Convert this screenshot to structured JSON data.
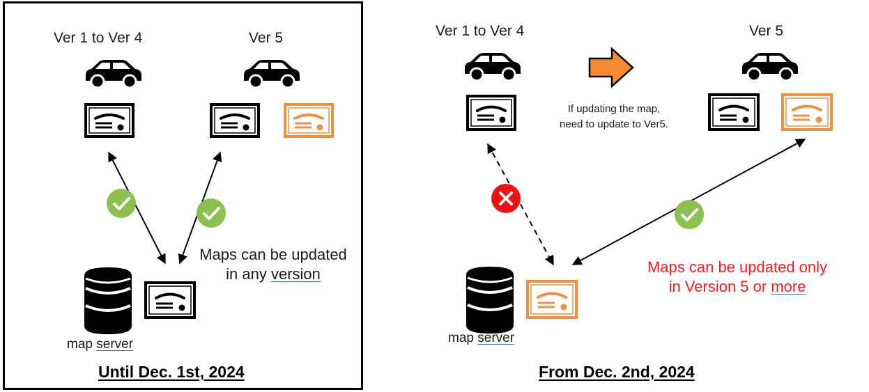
{
  "left_panel": {
    "ver_old_label": "Ver 1 to Ver 4",
    "ver_new_label": "Ver 5",
    "message_line1": "Maps can be updated",
    "message_line2_prefix": "in any ",
    "message_line2_underlined": "version",
    "server_label_prefix": "map ",
    "server_label_underlined": "server",
    "caption": "Until Dec. 1st, 2024"
  },
  "right_panel": {
    "ver_old_label": "Ver 1 to Ver 4",
    "ver_new_label": "Ver 5",
    "note_line1": "If updating the map,",
    "note_line2": "need to update to Ver5.",
    "message_line1": "Maps can be updated only",
    "message_line2_prefix": "in Version 5 or ",
    "message_line2_underlined": "more",
    "server_label_prefix": "map ",
    "server_label_underlined": "server",
    "caption": "From Dec. 2nd, 2024"
  },
  "colors": {
    "old_map": "#000000",
    "new_map": "#f0913f",
    "check": "#8cc04f",
    "cross": "#ee1111",
    "arrow_fill": "#f58a2e",
    "red_text": "#ff1a1a"
  },
  "icons": [
    "car-icon",
    "map-data-icon",
    "database-icon",
    "check-icon",
    "cross-icon",
    "right-arrow-icon"
  ]
}
